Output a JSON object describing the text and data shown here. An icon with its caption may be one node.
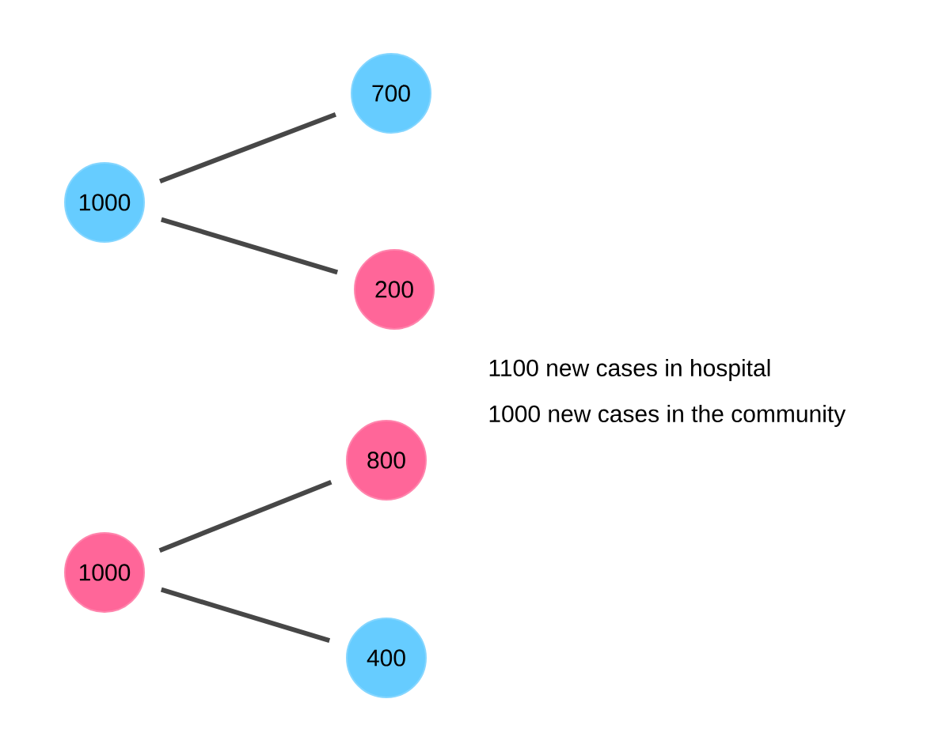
{
  "diagram": {
    "nodes": [
      {
        "text": [
          "1000"
        ]
      },
      {
        "text": [
          "700"
        ]
      },
      {
        "text": [
          "200"
        ]
      },
      {
        "text": [
          "1000"
        ]
      },
      {
        "text": [
          "800"
        ]
      },
      {
        "text": [
          "400"
        ]
      }
    ],
    "edges": [
      {
        "from": 0,
        "to": 1,
        "arrow": "none"
      },
      {
        "from": 0,
        "to": 2,
        "arrow": "none"
      },
      {
        "from": 3,
        "to": 4,
        "arrow": "none"
      },
      {
        "from": 3,
        "to": 5,
        "arrow": "none"
      }
    ],
    "labels": [
      "1100 new cases in hospital",
      "1000 new cases in the community"
    ]
  }
}
